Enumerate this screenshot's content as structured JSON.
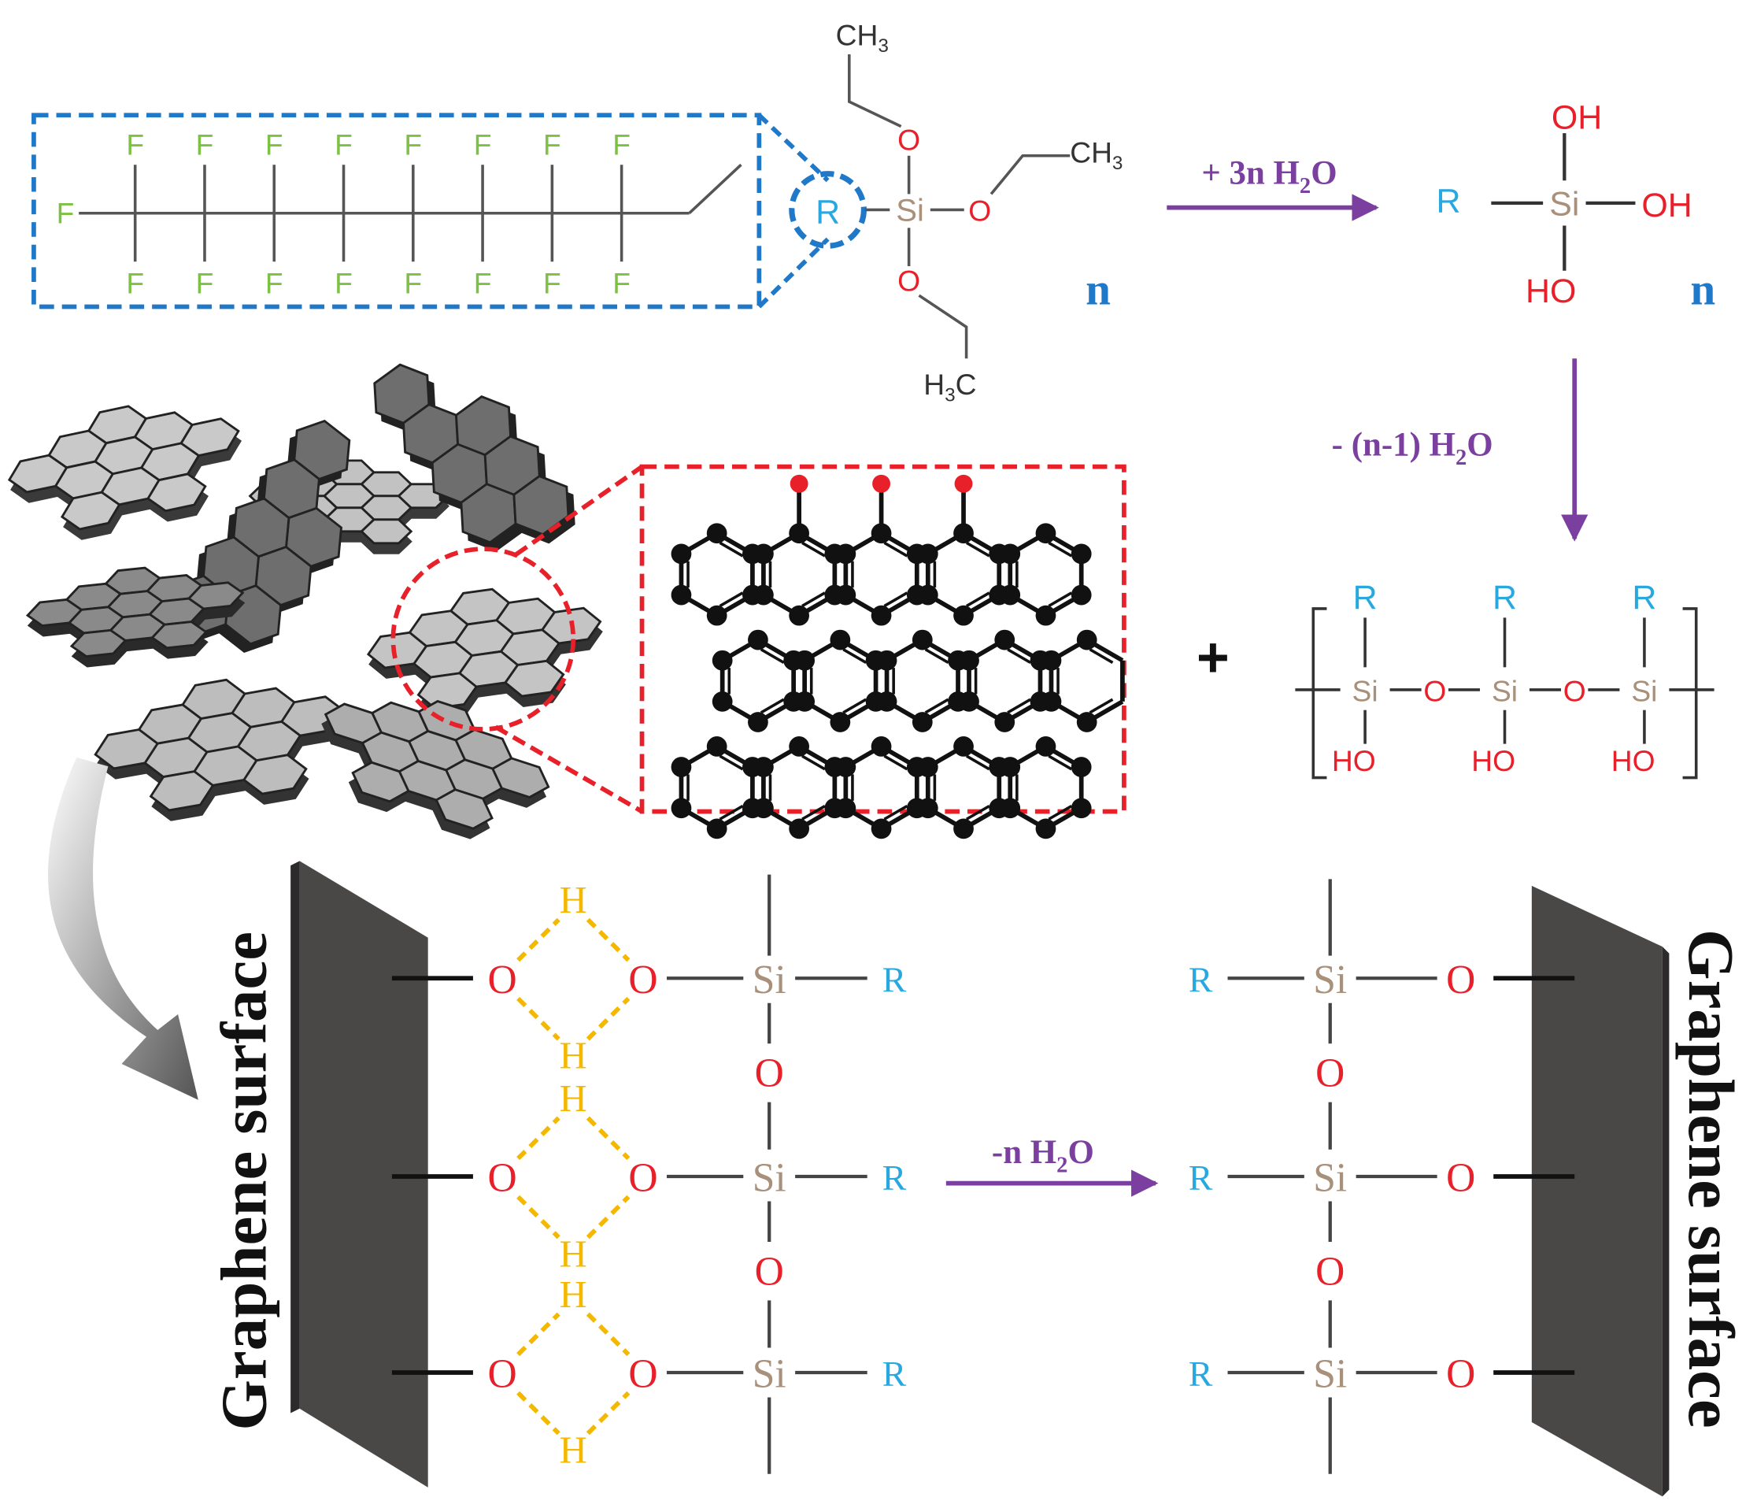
{
  "colors": {
    "fluorine": "#7cc142",
    "oxygen": "#e8202a",
    "silicon": "#a8907a",
    "r_group": "#29a8e0",
    "hydrogen_bond": "#f5b800",
    "arrow": "#7b3fa0",
    "blue_box": "#1f78c8",
    "red_box": "#e8202a",
    "surface": "#4a4747"
  },
  "precursor": {
    "fluorine_label": "F",
    "r_label": "R",
    "si_label": "Si",
    "o_label": "O",
    "ch3_top": "CH",
    "ch3_top_sub": "3",
    "ch3_right": "CH",
    "ch3_right_sub": "3",
    "h3c_bottom_h": "H",
    "h3c_bottom_sub": "3",
    "h3c_bottom_c": "C",
    "multiplier": "n"
  },
  "hydrolysis": {
    "reaction_prefix": "+ 3n H",
    "reaction_sub": "2",
    "reaction_suffix": "O",
    "r_label": "R",
    "si_label": "Si",
    "oh_top": "OH",
    "oh_right": "OH",
    "ho_bottom": "HO",
    "multiplier": "n"
  },
  "condensation": {
    "reaction_prefix": "- (n-1) H",
    "reaction_sub": "2",
    "reaction_suffix": "O",
    "plus": "+",
    "r_label": "R",
    "si_label": "Si",
    "o_label": "O",
    "ho_label": "HO"
  },
  "surface_left": {
    "title": "Graphene surface",
    "o_label": "O",
    "h_label": "H",
    "si_label": "Si",
    "r_label": "R"
  },
  "dehydration": {
    "reaction_prefix": "-n H",
    "reaction_sub": "2",
    "reaction_suffix": "O"
  },
  "surface_right": {
    "title": "Graphene surface",
    "o_label": "O",
    "si_label": "Si",
    "r_label": "R"
  }
}
